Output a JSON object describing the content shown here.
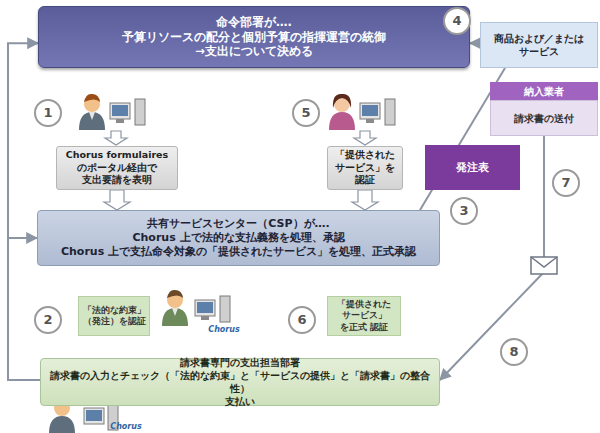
{
  "diagram": {
    "nodes": [
      {
        "text": [
          "命令部署が….",
          "予算リソースの配分と個別予算の指揮運営の統御",
          "→支出について決める"
        ]
      },
      {
        "text": [
          "商品および／または サービス"
        ]
      },
      {
        "text": [
          "納入業者"
        ]
      },
      {
        "text": [
          "請求書の送付"
        ]
      },
      {
        "text": [
          "Chorus formulaires のポータル経由で 支出要請を表明"
        ]
      },
      {
        "text": [
          "「提供された サービス」を 認証"
        ]
      },
      {
        "text": [
          "発注表"
        ]
      },
      {
        "text": [
          "共有サービスセンター（CSP）が….",
          "Chorus 上で法的な支払義務を処理、承認",
          "Chorus 上で支払命令対象の「提供されたサービス」を処理、正式承認"
        ]
      },
      {
        "text": [
          "「法的な約束」 （発注）を認証"
        ]
      },
      {
        "text": [
          "「提供された サービス」を正式 認証"
        ]
      },
      {
        "text": [
          "請求書専門の支出担当部署",
          "請求書の入力とチェック（「法的な約束」と「サービスの提供」と「請求書」の整合性）",
          "支払い"
        ]
      }
    ],
    "edges": [
      {
        "from": 1,
        "to": 0,
        "arrow": "to"
      },
      {
        "from": 4,
        "to": 7,
        "arrow": "to"
      },
      {
        "from": 5,
        "to": 7,
        "arrow": "to"
      },
      {
        "from": 7,
        "to": 1,
        "arrow": "none"
      },
      {
        "from": 3,
        "to": 10,
        "arrow": "to"
      },
      {
        "from": 10,
        "to": 0,
        "arrow": "to"
      },
      {
        "from": 10,
        "to": 7,
        "arrow": "to"
      }
    ],
    "labels": [
      "4",
      "1",
      "5",
      "7",
      "3",
      "2",
      "6",
      "8",
      "Chorus",
      "Chorus"
    ]
  }
}
